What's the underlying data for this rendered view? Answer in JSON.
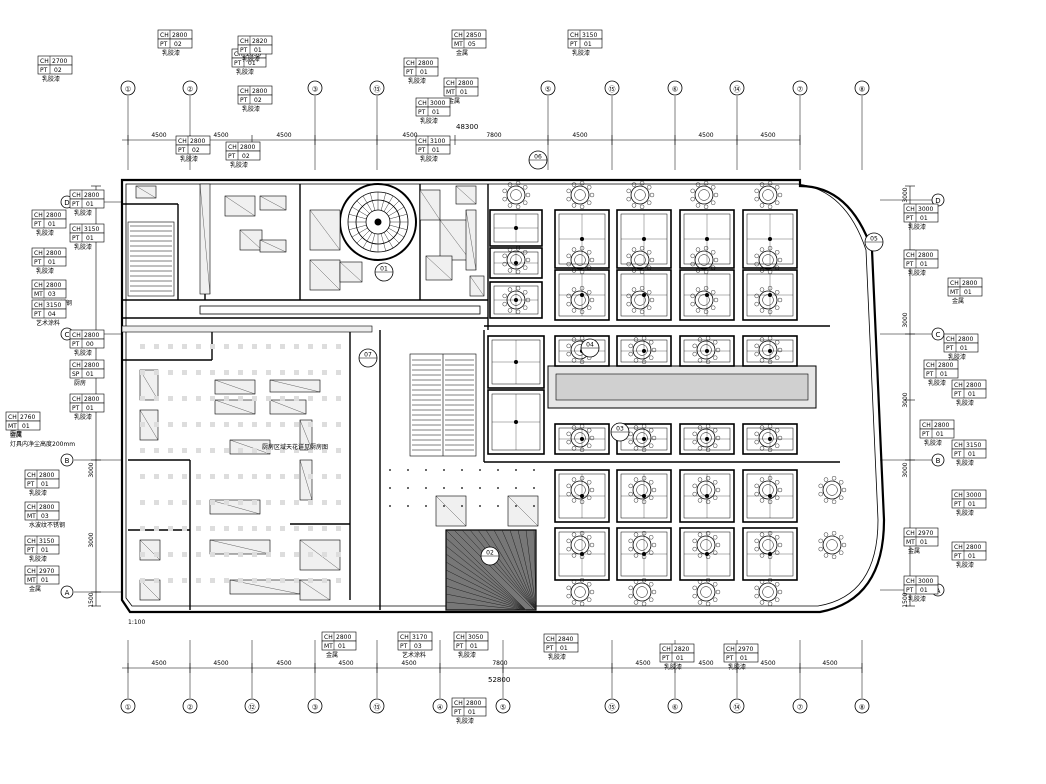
{
  "grid": {
    "top": [
      "①",
      "②",
      "③",
      "⑬",
      "⑤",
      "⑮",
      "⑥",
      "⑭",
      "⑦",
      "⑧"
    ],
    "bottom": [
      "①",
      "②",
      "⑫",
      "③",
      "⑬",
      "④",
      "⑤",
      "⑮",
      "⑥",
      "⑭",
      "⑦",
      "⑧"
    ],
    "left": [
      "D",
      "C",
      "B",
      "A"
    ],
    "right": [
      "D",
      "C",
      "B",
      "A"
    ]
  },
  "dimensions": {
    "top": [
      "4500",
      "4500",
      "4500",
      "4500",
      "7800",
      "4500",
      "4500",
      "4500"
    ],
    "bottom": [
      "4500",
      "4500",
      "4500",
      "4500",
      "4500",
      "7800",
      "4500",
      "4500",
      "4500",
      "4500"
    ],
    "total_top": "48300",
    "total_bottom": "52800",
    "left": [
      "3000",
      "3000",
      "1500"
    ],
    "right": [
      "3000",
      "3000",
      "3000",
      "3000",
      "1500"
    ]
  },
  "notes": {
    "scale": "1:100",
    "kitchen_label": "厨房区域天花详见厨房图",
    "side_note_1": "厨房",
    "side_note_2": "灯具内净尘高度200mm"
  },
  "markers": [
    "01",
    "02",
    "03",
    "04",
    "05",
    "06",
    "07"
  ],
  "tags": [
    {
      "ch": "2700",
      "code": "PT",
      "num": "02",
      "note": "乳胶漆"
    },
    {
      "ch": "2800",
      "code": "PT",
      "num": "02",
      "note": "乳胶漆"
    },
    {
      "ch": "2850",
      "code": "PT",
      "num": "01",
      "note": "乳胶漆"
    },
    {
      "ch": "2800",
      "code": "PT",
      "num": "02",
      "note": "乳胶漆"
    },
    {
      "ch": "2820",
      "code": "PT",
      "num": "01",
      "note": "乳胶漆"
    },
    {
      "ch": "2850",
      "code": "MT",
      "num": "05",
      "note": "金属"
    },
    {
      "ch": "3150",
      "code": "PT",
      "num": "01",
      "note": "乳胶漆"
    },
    {
      "ch": "2800",
      "code": "PT",
      "num": "02",
      "note": "乳胶漆"
    },
    {
      "ch": "2800",
      "code": "PT",
      "num": "02",
      "note": "乳胶漆"
    },
    {
      "ch": "3100",
      "code": "PT",
      "num": "01",
      "note": "乳胶漆"
    },
    {
      "ch": "2800",
      "code": "PT",
      "num": "01",
      "note": "乳胶漆"
    },
    {
      "ch": "2800",
      "code": "MT",
      "num": "01",
      "note": "金属"
    },
    {
      "ch": "3000",
      "code": "PT",
      "num": "01",
      "note": "乳胶漆"
    },
    {
      "ch": "2800",
      "code": "PT",
      "num": "01",
      "note": "乳胶漆"
    },
    {
      "ch": "2800",
      "code": "PT",
      "num": "01",
      "note": "乳胶漆"
    },
    {
      "ch": "3150",
      "code": "PT",
      "num": "01",
      "note": "乳胶漆"
    },
    {
      "ch": "2800",
      "code": "PT",
      "num": "01",
      "note": "乳胶漆"
    },
    {
      "ch": "2800",
      "code": "MT",
      "num": "03",
      "note": "水波纹不锈钢"
    },
    {
      "ch": "3150",
      "code": "PT",
      "num": "04",
      "note": "艺术涂料"
    },
    {
      "ch": "2800",
      "code": "PT",
      "num": "00",
      "note": "乳胶漆"
    },
    {
      "ch": "2800",
      "code": "SP",
      "num": "01",
      "note": "厨房"
    },
    {
      "ch": "2800",
      "code": "PT",
      "num": "01",
      "note": "乳胶漆"
    },
    {
      "ch": "2760",
      "code": "MT",
      "num": "01",
      "note": "金属"
    },
    {
      "ch": "2800",
      "code": "PT",
      "num": "01",
      "note": "乳胶漆"
    },
    {
      "ch": "2800",
      "code": "MT",
      "num": "03",
      "note": "水波纹不锈钢"
    },
    {
      "ch": "3150",
      "code": "PT",
      "num": "01",
      "note": "乳胶漆"
    },
    {
      "ch": "2970",
      "code": "MT",
      "num": "01",
      "note": "金属"
    },
    {
      "ch": "3000",
      "code": "PT",
      "num": "01",
      "note": "乳胶漆"
    },
    {
      "ch": "2800",
      "code": "PT",
      "num": "01",
      "note": "乳胶漆"
    },
    {
      "ch": "2800",
      "code": "MT",
      "num": "01",
      "note": "金属"
    },
    {
      "ch": "2800",
      "code": "PT",
      "num": "01",
      "note": "乳胶漆"
    },
    {
      "ch": "2800",
      "code": "PT",
      "num": "01",
      "note": "乳胶漆"
    },
    {
      "ch": "2800",
      "code": "PT",
      "num": "01",
      "note": "乳胶漆"
    },
    {
      "ch": "2800",
      "code": "PT",
      "num": "01",
      "note": "乳胶漆"
    },
    {
      "ch": "3150",
      "code": "PT",
      "num": "01",
      "note": "乳胶漆"
    },
    {
      "ch": "3000",
      "code": "PT",
      "num": "01",
      "note": "乳胶漆"
    },
    {
      "ch": "2970",
      "code": "MT",
      "num": "01",
      "note": "金属"
    },
    {
      "ch": "2800",
      "code": "PT",
      "num": "01",
      "note": "乳胶漆"
    },
    {
      "ch": "3000",
      "code": "PT",
      "num": "01",
      "note": "乳胶漆"
    },
    {
      "ch": "2800",
      "code": "MT",
      "num": "01",
      "note": "金属"
    },
    {
      "ch": "3170",
      "code": "PT",
      "num": "03",
      "note": "艺术涂料"
    },
    {
      "ch": "3050",
      "code": "PT",
      "num": "01",
      "note": "乳胶漆"
    },
    {
      "ch": "2840",
      "code": "PT",
      "num": "01",
      "note": "乳胶漆"
    },
    {
      "ch": "2820",
      "code": "PT",
      "num": "01",
      "note": "乳胶漆"
    },
    {
      "ch": "2970",
      "code": "PT",
      "num": "01",
      "note": "乳胶漆"
    },
    {
      "ch": "2800",
      "code": "PT",
      "num": "01",
      "note": "乳胶漆"
    }
  ]
}
